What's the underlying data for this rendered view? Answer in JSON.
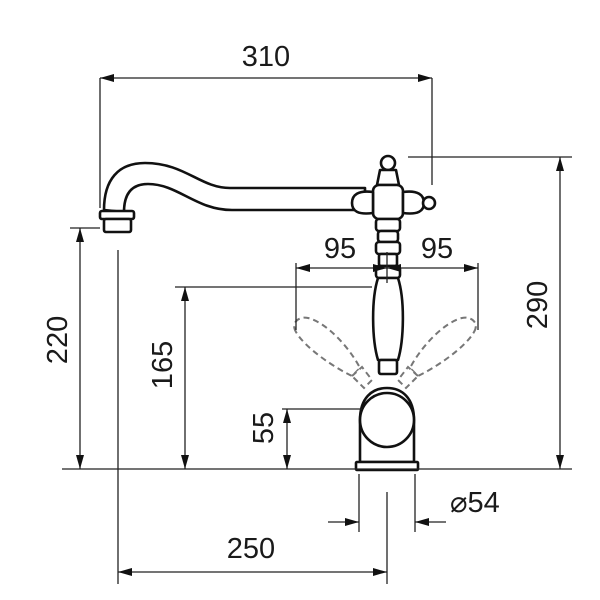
{
  "dimensions": {
    "spout_reach_total": "310",
    "spout_height": "220",
    "total_height": "290",
    "handle_height": "165",
    "base_height": "55",
    "handle_offset_left": "95",
    "handle_offset_right": "95",
    "projection": "250",
    "base_diameter": "⌀54"
  }
}
